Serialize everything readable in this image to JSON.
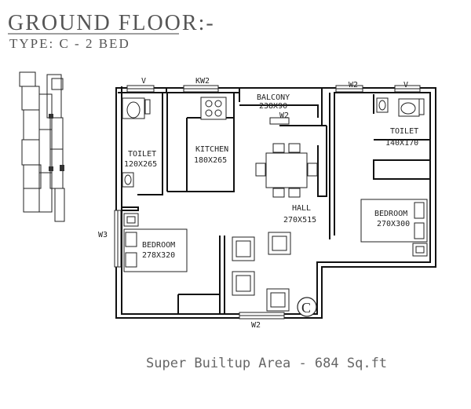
{
  "header": {
    "title": "GROUND FLOOR:-",
    "subtitle": "TYPE: C - 2 BED"
  },
  "markers": {
    "v_left": "V",
    "kw2": "KW2",
    "w2_top": "W2",
    "v_right": "V",
    "balcony_w2": "W2",
    "w3": "W3",
    "w2_bottom": "W2",
    "unit": "C"
  },
  "rooms": {
    "balcony": {
      "name": "BALCONY",
      "size": "238X90"
    },
    "toilet_left": {
      "name": "TOILET",
      "size": "120X265"
    },
    "kitchen": {
      "name": "KITCHEN",
      "size": "180X265"
    },
    "toilet_right": {
      "name": "TOILET",
      "size": "140X170"
    },
    "hall": {
      "name": "HALL",
      "size": "270X515"
    },
    "bedroom_right": {
      "name": "BEDROOM",
      "size": "270X300"
    },
    "bedroom_left": {
      "name": "BEDROOM",
      "size": "278X320"
    }
  },
  "footer": {
    "area_text": "Super Builtup Area - 684 Sq.ft"
  }
}
